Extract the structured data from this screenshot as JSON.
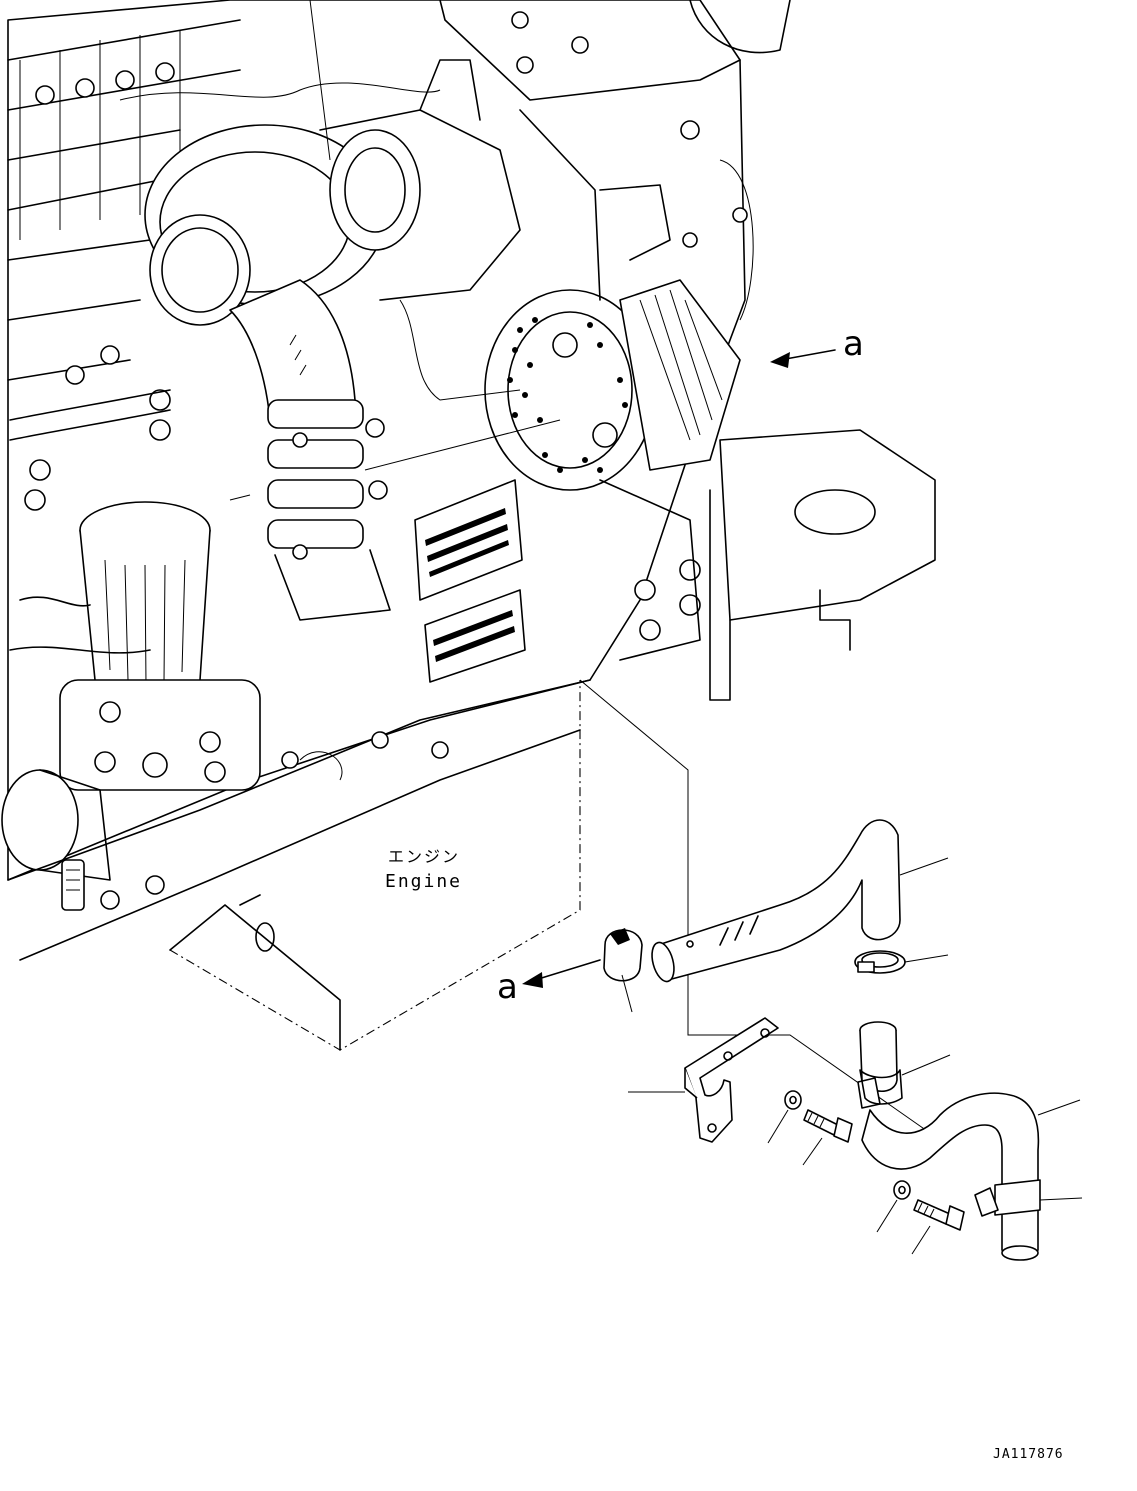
{
  "callouts": {
    "a_upper": "a",
    "a_lower": "a"
  },
  "engine_label": {
    "jp": "エンジン",
    "en": "Engine"
  },
  "drawing_code": "JA117876"
}
